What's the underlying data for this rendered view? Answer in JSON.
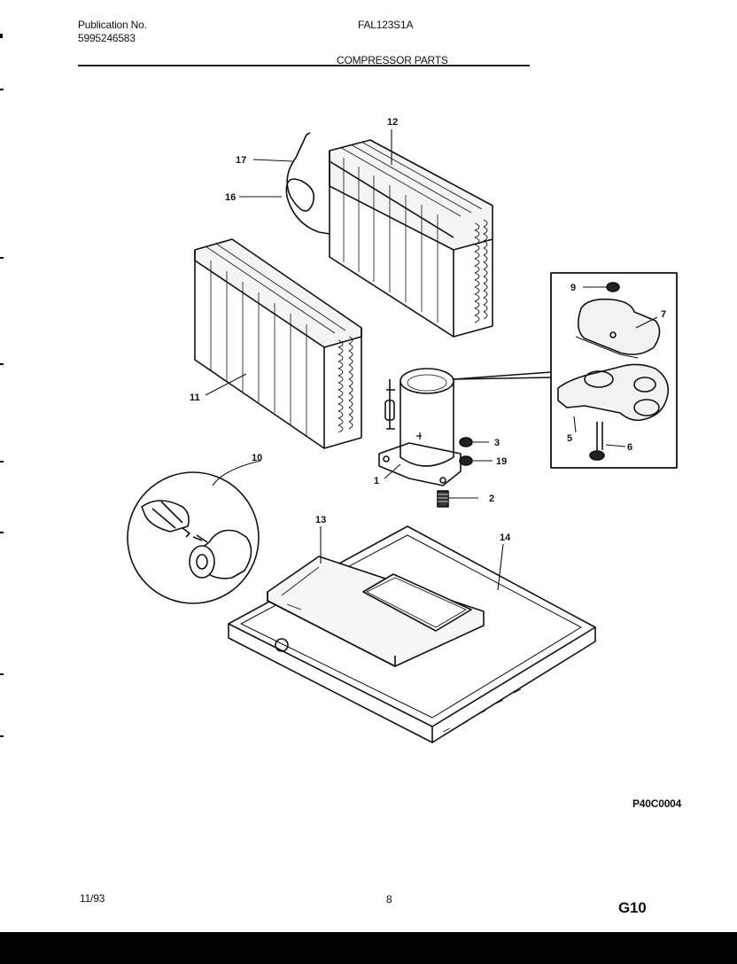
{
  "header": {
    "publication_label": "Publication No.",
    "publication_number": "5995246583",
    "model": "FAL123S1A",
    "section_title": "COMPRESSOR PARTS"
  },
  "footer": {
    "date": "11/93",
    "page_number": "8",
    "page_code": "G10"
  },
  "diagram": {
    "code": "P40C0004",
    "callouts": [
      "1",
      "2",
      "3",
      "5",
      "6",
      "7",
      "9",
      "10",
      "11",
      "12",
      "13",
      "14",
      "16",
      "17",
      "19"
    ]
  }
}
